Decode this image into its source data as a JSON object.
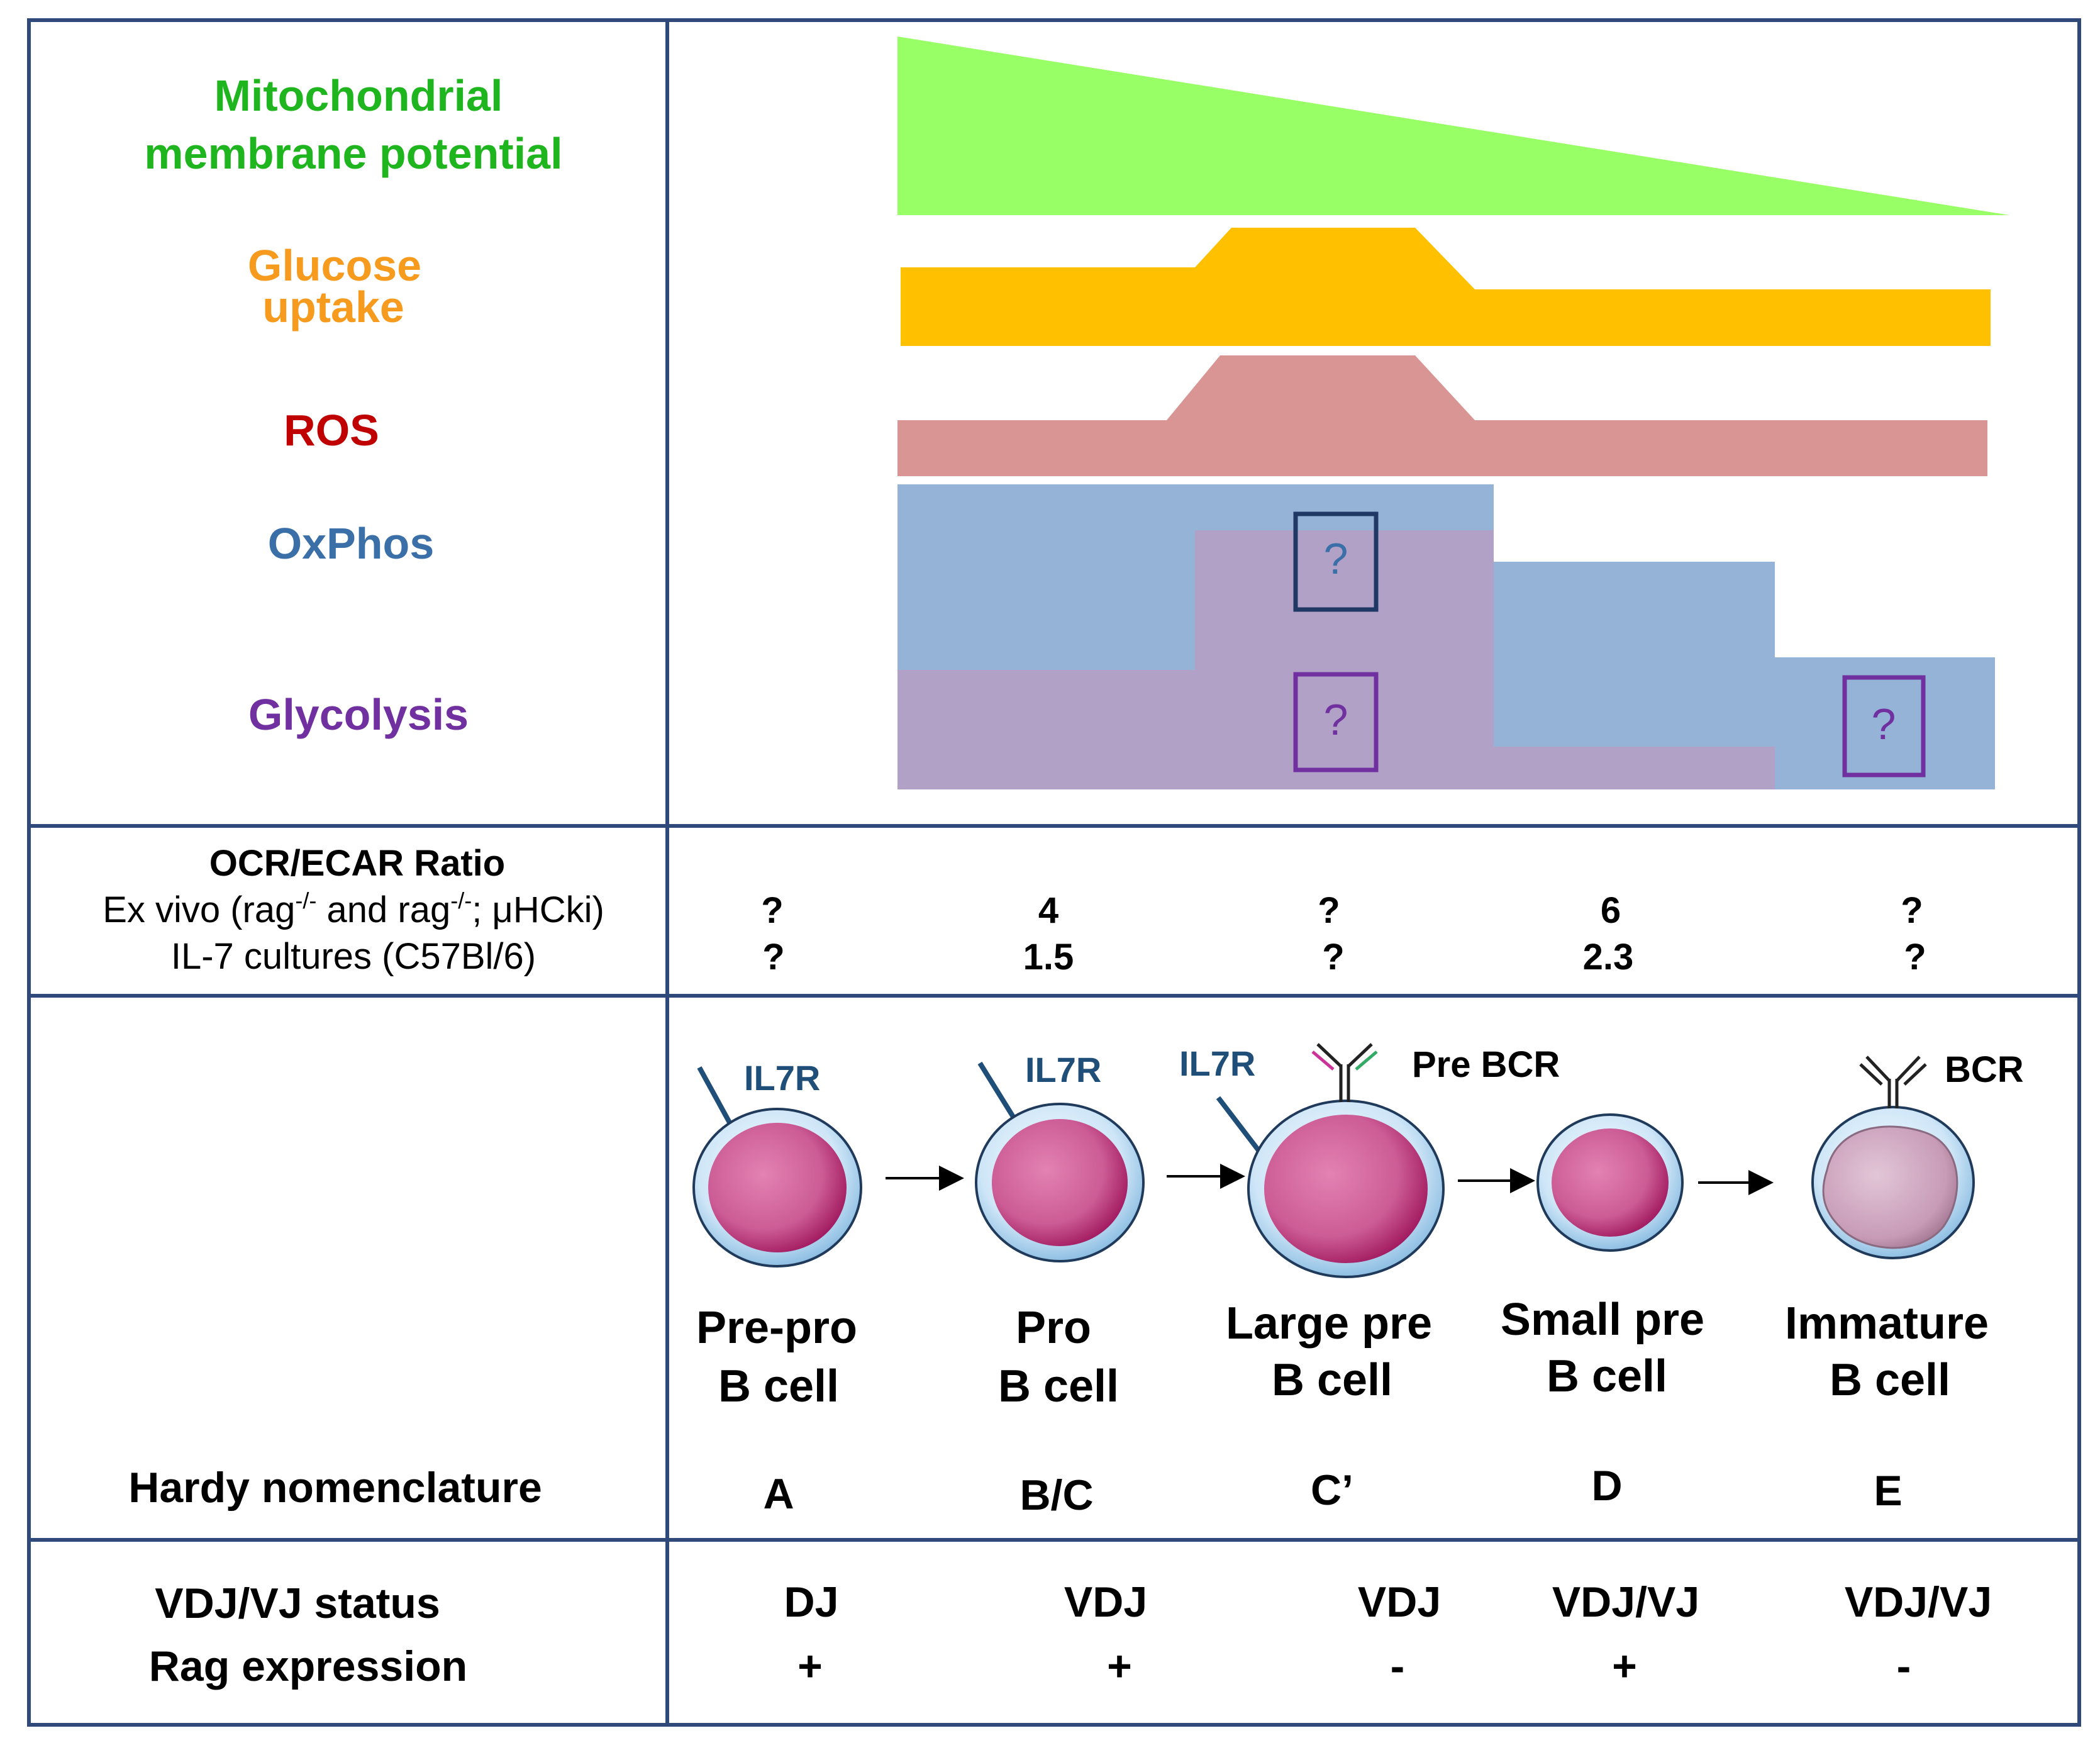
{
  "colors": {
    "border": "#2f4a7a",
    "mito": "#99ff66",
    "mito_text": "#1fb51f",
    "glucose": "#ffc000",
    "glucose_text": "#f79b1e",
    "ros": "#d99594",
    "ros_text": "#c00000",
    "oxphos": "#95b3d7",
    "oxphos_text": "#3b6fa8",
    "glycolysis": "#b2a1c7",
    "glycolysis_text": "#7030a0",
    "q_box_blue": "#1f3864",
    "q_box_purple": "#7030a0",
    "il7r": "#1f4e79"
  },
  "metabolism": {
    "mito_line1": "Mitochondrial",
    "mito_line2": "membrane potential",
    "glucose_line1": "Glucose",
    "glucose_line2": "uptake",
    "ros": "ROS",
    "oxphos": "OxPhos",
    "glycolysis": "Glycolysis",
    "unknown_mark": "?"
  },
  "ratio": {
    "title": "OCR/ECAR Ratio",
    "exvivo_prefix": "Ex vivo (rag",
    "exvivo_sup1": "-/-",
    "exvivo_mid": " and rag",
    "exvivo_sup2": "-/-",
    "exvivo_suffix": "; μHCki)",
    "il7": "IL-7 cultures  (C57Bl/6)",
    "exvivo_values": [
      "?",
      "4",
      "?",
      "6",
      "?"
    ],
    "il7_values": [
      "?",
      "1.5",
      "?",
      "2.3",
      "?"
    ]
  },
  "cells": {
    "il7r": "IL7R",
    "pre_bcr": "Pre BCR",
    "bcr": "BCR",
    "stages": [
      {
        "line1": "Pre-pro",
        "line2": "B cell"
      },
      {
        "line1": "Pro",
        "line2": "B cell"
      },
      {
        "line1": "Large pre",
        "line2": "B cell"
      },
      {
        "line1": "Small pre",
        "line2": "B cell"
      },
      {
        "line1": "Immature",
        "line2": "B cell"
      }
    ],
    "hardy_label": "Hardy nomenclature",
    "hardy": [
      "A",
      "B/C",
      "C’",
      "D",
      "E"
    ]
  },
  "status": {
    "vdj_label": "VDJ/VJ status",
    "rag_label": "Rag expression",
    "vdj": [
      "DJ",
      "VDJ",
      "VDJ",
      "VDJ/VJ",
      "VDJ/VJ"
    ],
    "rag": [
      "+",
      "+",
      "-",
      "+",
      "-"
    ]
  }
}
